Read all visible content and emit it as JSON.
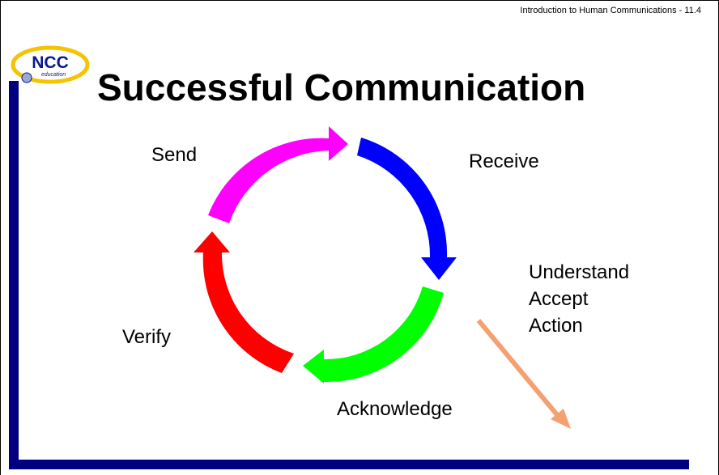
{
  "header": {
    "text": "Introduction to Human Communications - 11.4"
  },
  "logo": {
    "text": "NCC",
    "subtext": "education"
  },
  "title": "Successful Communication",
  "cycle": {
    "labels": {
      "send": "Send",
      "receive": "Receive",
      "verify": "Verify",
      "acknowledge": "Acknowledge"
    },
    "colors": {
      "send": "#ff00ff",
      "receive": "#0000ff",
      "acknowledge": "#00ff00",
      "verify": "#ff0000"
    }
  },
  "outcome": {
    "lines": [
      "Understand",
      "Accept",
      "Action"
    ],
    "arrow_color": "#f4a070"
  },
  "frame": {
    "accent_color": "#000080"
  }
}
